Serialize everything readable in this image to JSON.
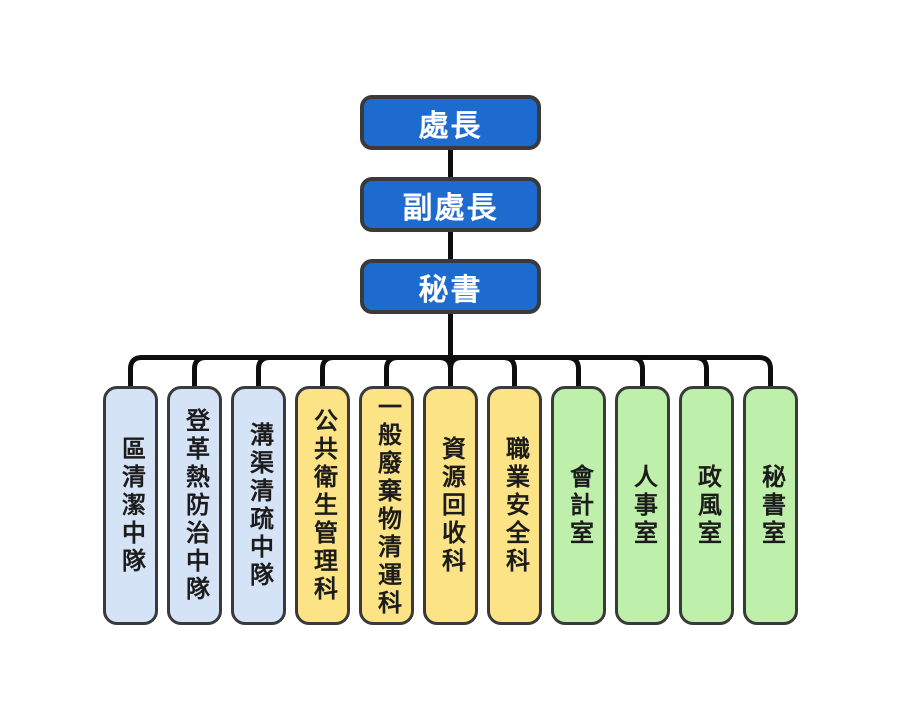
{
  "diagram": {
    "type": "org-chart",
    "background": "#ffffff"
  },
  "palette": {
    "executive_fill": "#1e6bd0",
    "executive_text": "#ffffff",
    "squad_fill": "#d5e3f6",
    "section_fill": "#fbe386",
    "office_fill": "#bff0ab",
    "node_border": "#3a3a3a",
    "child_text": "#1c1c1c",
    "connector_line": "#0e0e0e"
  },
  "top_nodes": {
    "director": {
      "label": "處長"
    },
    "deputy_director": {
      "label": "副處長"
    },
    "secretary": {
      "label": "秘書"
    }
  },
  "children": [
    {
      "label": "區清潔中隊",
      "group": "squad"
    },
    {
      "label": "登革熱防治中隊",
      "group": "squad"
    },
    {
      "label": "溝渠清疏中隊",
      "group": "squad"
    },
    {
      "label": "公共衛生管理科",
      "group": "section"
    },
    {
      "label": "一般廢棄物清運科",
      "group": "section"
    },
    {
      "label": "資源回收科",
      "group": "section"
    },
    {
      "label": "職業安全科",
      "group": "section"
    },
    {
      "label": "會計室",
      "group": "office"
    },
    {
      "label": "人事室",
      "group": "office"
    },
    {
      "label": "政風室",
      "group": "office"
    },
    {
      "label": "秘書室",
      "group": "office"
    }
  ]
}
